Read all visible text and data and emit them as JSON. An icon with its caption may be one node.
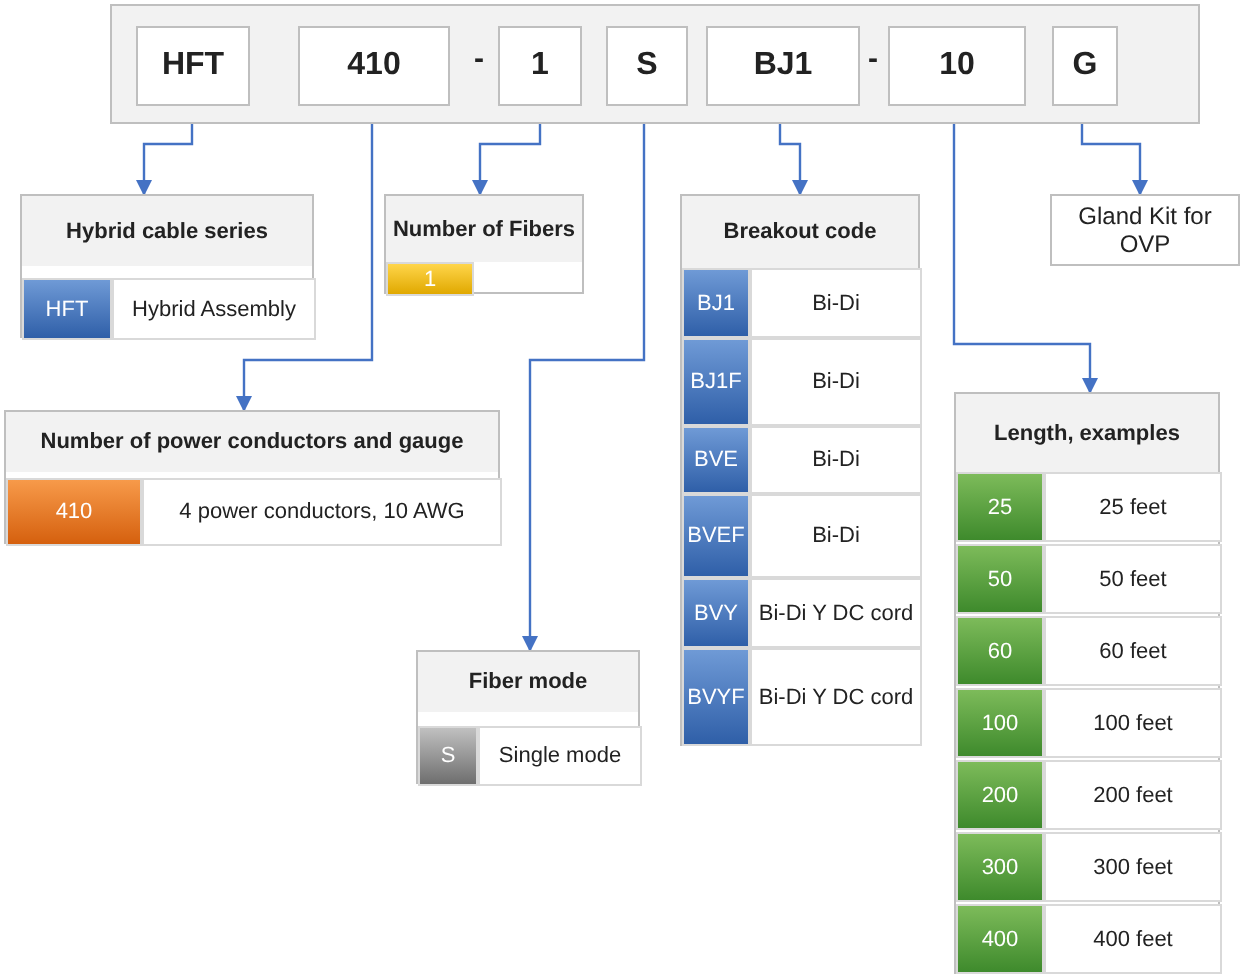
{
  "diagram": {
    "nodes": [
      {
        "text": [],
        "shape": "box"
      },
      {
        "text": [
          "HFT"
        ],
        "in": 0
      },
      {
        "text": [
          "410"
        ],
        "in": 0
      },
      {
        "text": [
          "1"
        ],
        "in": 0
      },
      {
        "text": [
          "S"
        ],
        "in": 0
      },
      {
        "text": [
          "BJ1"
        ],
        "in": 0
      },
      {
        "text": [
          "10"
        ],
        "in": 0
      },
      {
        "text": [
          "G"
        ],
        "in": 0
      },
      {
        "text": [
          "Hybrid cable series"
        ]
      },
      {
        "text": [
          "HFT"
        ],
        "in": 8
      },
      {
        "text": [
          "Hybrid Assembly"
        ],
        "in": 8
      },
      {
        "text": [
          "Number of Fibers"
        ]
      },
      {
        "text": [
          "1"
        ],
        "in": 11
      },
      {
        "text": [
          "Breakout code"
        ]
      },
      {
        "text": [
          "BJ1"
        ],
        "in": 13
      },
      {
        "text": [
          "Bi-Di"
        ],
        "in": 13
      },
      {
        "text": [
          "BJ1F"
        ],
        "in": 13
      },
      {
        "text": [
          "Bi-Di"
        ],
        "in": 13
      },
      {
        "text": [
          "BVE"
        ],
        "in": 13
      },
      {
        "text": [
          "Bi-Di"
        ],
        "in": 13
      },
      {
        "text": [
          "BVEF"
        ],
        "in": 13
      },
      {
        "text": [
          "Bi-Di"
        ],
        "in": 13
      },
      {
        "text": [
          "BVY"
        ],
        "in": 13
      },
      {
        "text": [
          "Bi-Di Y DC cord"
        ],
        "in": 13
      },
      {
        "text": [
          "BVYF"
        ],
        "in": 13
      },
      {
        "text": [
          "Bi-Di Y DC cord"
        ],
        "in": 13
      },
      {
        "text": [
          "Gland Kit for OVP"
        ]
      },
      {
        "text": [
          "Number of power conductors and gauge"
        ]
      },
      {
        "text": [
          "410"
        ],
        "in": 27
      },
      {
        "text": [
          "4 power conductors, 10 AWG"
        ],
        "in": 27
      },
      {
        "text": [
          "Length, examples"
        ]
      },
      {
        "text": [
          "25"
        ],
        "in": 30
      },
      {
        "text": [
          "25 feet"
        ],
        "in": 30
      },
      {
        "text": [
          "50"
        ],
        "in": 30
      },
      {
        "text": [
          "50 feet"
        ],
        "in": 30
      },
      {
        "text": [
          "60"
        ],
        "in": 30
      },
      {
        "text": [
          "60 feet"
        ],
        "in": 30
      },
      {
        "text": [
          "100"
        ],
        "in": 30
      },
      {
        "text": [
          "100 feet"
        ],
        "in": 30
      },
      {
        "text": [
          "200"
        ],
        "in": 30
      },
      {
        "text": [
          "200 feet"
        ],
        "in": 30
      },
      {
        "text": [
          "300"
        ],
        "in": 30
      },
      {
        "text": [
          "300 feet"
        ],
        "in": 30
      },
      {
        "text": [
          "400"
        ],
        "in": 30
      },
      {
        "text": [
          "400 feet"
        ],
        "in": 30
      },
      {
        "text": [
          "Fiber mode"
        ]
      },
      {
        "text": [
          "S"
        ],
        "in": 45
      },
      {
        "text": [
          "Single mode"
        ],
        "in": 45
      }
    ],
    "edges": [
      {
        "from": 1,
        "to": 8,
        "arrow": "to"
      },
      {
        "from": 2,
        "to": 27,
        "arrow": "to"
      },
      {
        "from": 3,
        "to": 11,
        "arrow": "to"
      },
      {
        "from": 4,
        "to": 45,
        "arrow": "to"
      },
      {
        "from": 5,
        "to": 13,
        "arrow": "to"
      },
      {
        "from": 6,
        "to": 30,
        "arrow": "to"
      },
      {
        "from": 7,
        "to": 26,
        "arrow": "to"
      }
    ],
    "labels": [
      "-",
      "-"
    ]
  }
}
